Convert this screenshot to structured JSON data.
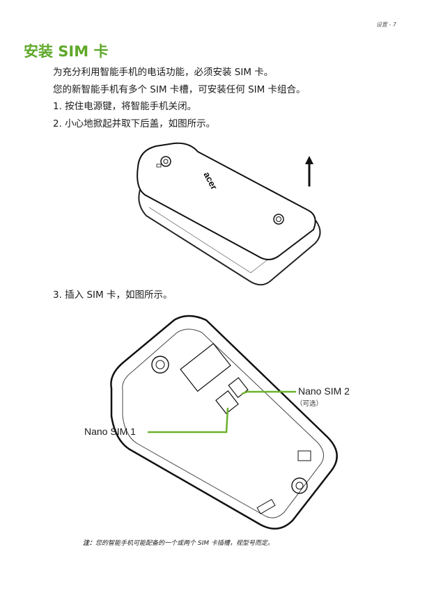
{
  "header": {
    "page_ref": "设置 - 7"
  },
  "title": "安装 SIM 卡",
  "paragraphs": [
    "为充分利用智能手机的电话功能，必须安装 SIM 卡。",
    "您的新智能手机有多个 SIM 卡槽，可安装任何 SIM 卡组合。",
    "1. 按住电源键，将智能手机关闭。",
    "2. 小心地掀起并取下后盖，如图所示。",
    "3. 插入 SIM 卡，如图所示。"
  ],
  "figure1": {
    "logo_text": "acer"
  },
  "figure2": {
    "sim2_label": "Nano SIM 2",
    "sim2_sub": "（可选）",
    "sim1_label": "Nano SIM 1",
    "accent_color": "#6cb32c"
  },
  "note": {
    "prefix": "注：",
    "text": "您的智能手机可能配备的一个或两个 SIM 卡插槽，视型号而定。"
  }
}
